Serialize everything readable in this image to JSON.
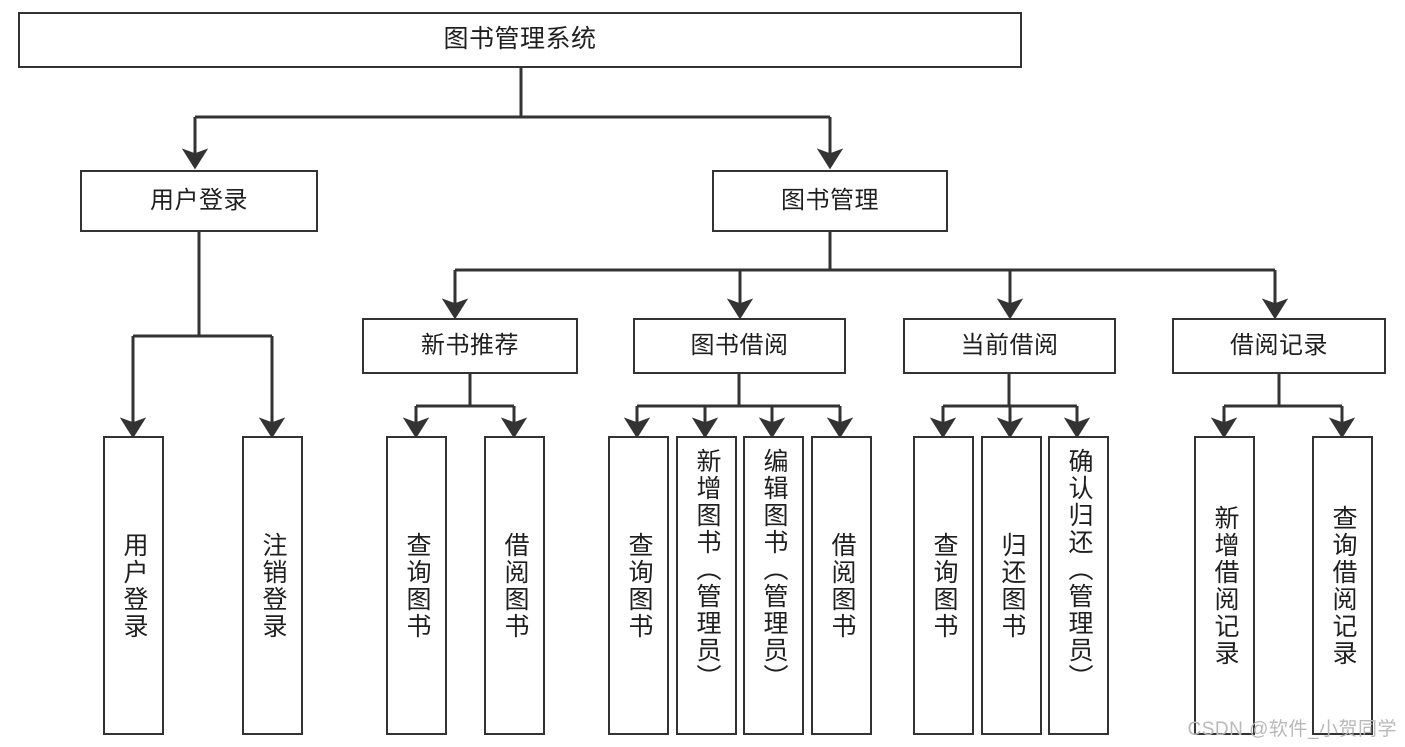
{
  "diagram": {
    "title": "图书管理系统",
    "type": "tree",
    "watermark": "CSDN @软件_小贺同学",
    "colors": {
      "box_border": "#333333",
      "box_fill": "#ffffff",
      "edge": "#333333",
      "text": "#1f1f1f",
      "watermark": "#b9b9b9"
    },
    "nodes": {
      "root": {
        "label": "图书管理系统",
        "level": 1
      },
      "l2": [
        {
          "id": "user-login",
          "label": "用户登录"
        },
        {
          "id": "book-manage",
          "label": "图书管理"
        }
      ],
      "l3": [
        {
          "id": "new-book-recommend",
          "label": "新书推荐",
          "parent": "book-manage"
        },
        {
          "id": "book-borrow",
          "label": "图书借阅",
          "parent": "book-manage"
        },
        {
          "id": "current-borrow",
          "label": "当前借阅",
          "parent": "book-manage"
        },
        {
          "id": "borrow-record",
          "label": "借阅记录",
          "parent": "book-manage"
        }
      ],
      "leaves": [
        {
          "id": "leaf-user-login",
          "label": "用户登录",
          "parent": "user-login"
        },
        {
          "id": "leaf-user-logout",
          "label": "注销登录",
          "parent": "user-login"
        },
        {
          "id": "leaf-query-book-1",
          "label": "查询图书",
          "parent": "new-book-recommend"
        },
        {
          "id": "leaf-borrow-book-1",
          "label": "借阅图书",
          "parent": "new-book-recommend"
        },
        {
          "id": "leaf-query-book-2",
          "label": "查询图书",
          "parent": "book-borrow"
        },
        {
          "id": "leaf-add-book",
          "label": "新增图书（管理员）",
          "parent": "book-borrow"
        },
        {
          "id": "leaf-edit-book",
          "label": "编辑图书（管理员）",
          "parent": "book-borrow"
        },
        {
          "id": "leaf-borrow-book-2",
          "label": "借阅图书",
          "parent": "book-borrow"
        },
        {
          "id": "leaf-query-book-3",
          "label": "查询图书",
          "parent": "current-borrow"
        },
        {
          "id": "leaf-return-book",
          "label": "归还图书",
          "parent": "current-borrow"
        },
        {
          "id": "leaf-confirm-return",
          "label": "确认归还（管理员）",
          "parent": "current-borrow"
        },
        {
          "id": "leaf-add-record",
          "label": "新增借阅记录",
          "parent": "borrow-record"
        },
        {
          "id": "leaf-query-record",
          "label": "查询借阅记录",
          "parent": "borrow-record"
        }
      ]
    }
  }
}
